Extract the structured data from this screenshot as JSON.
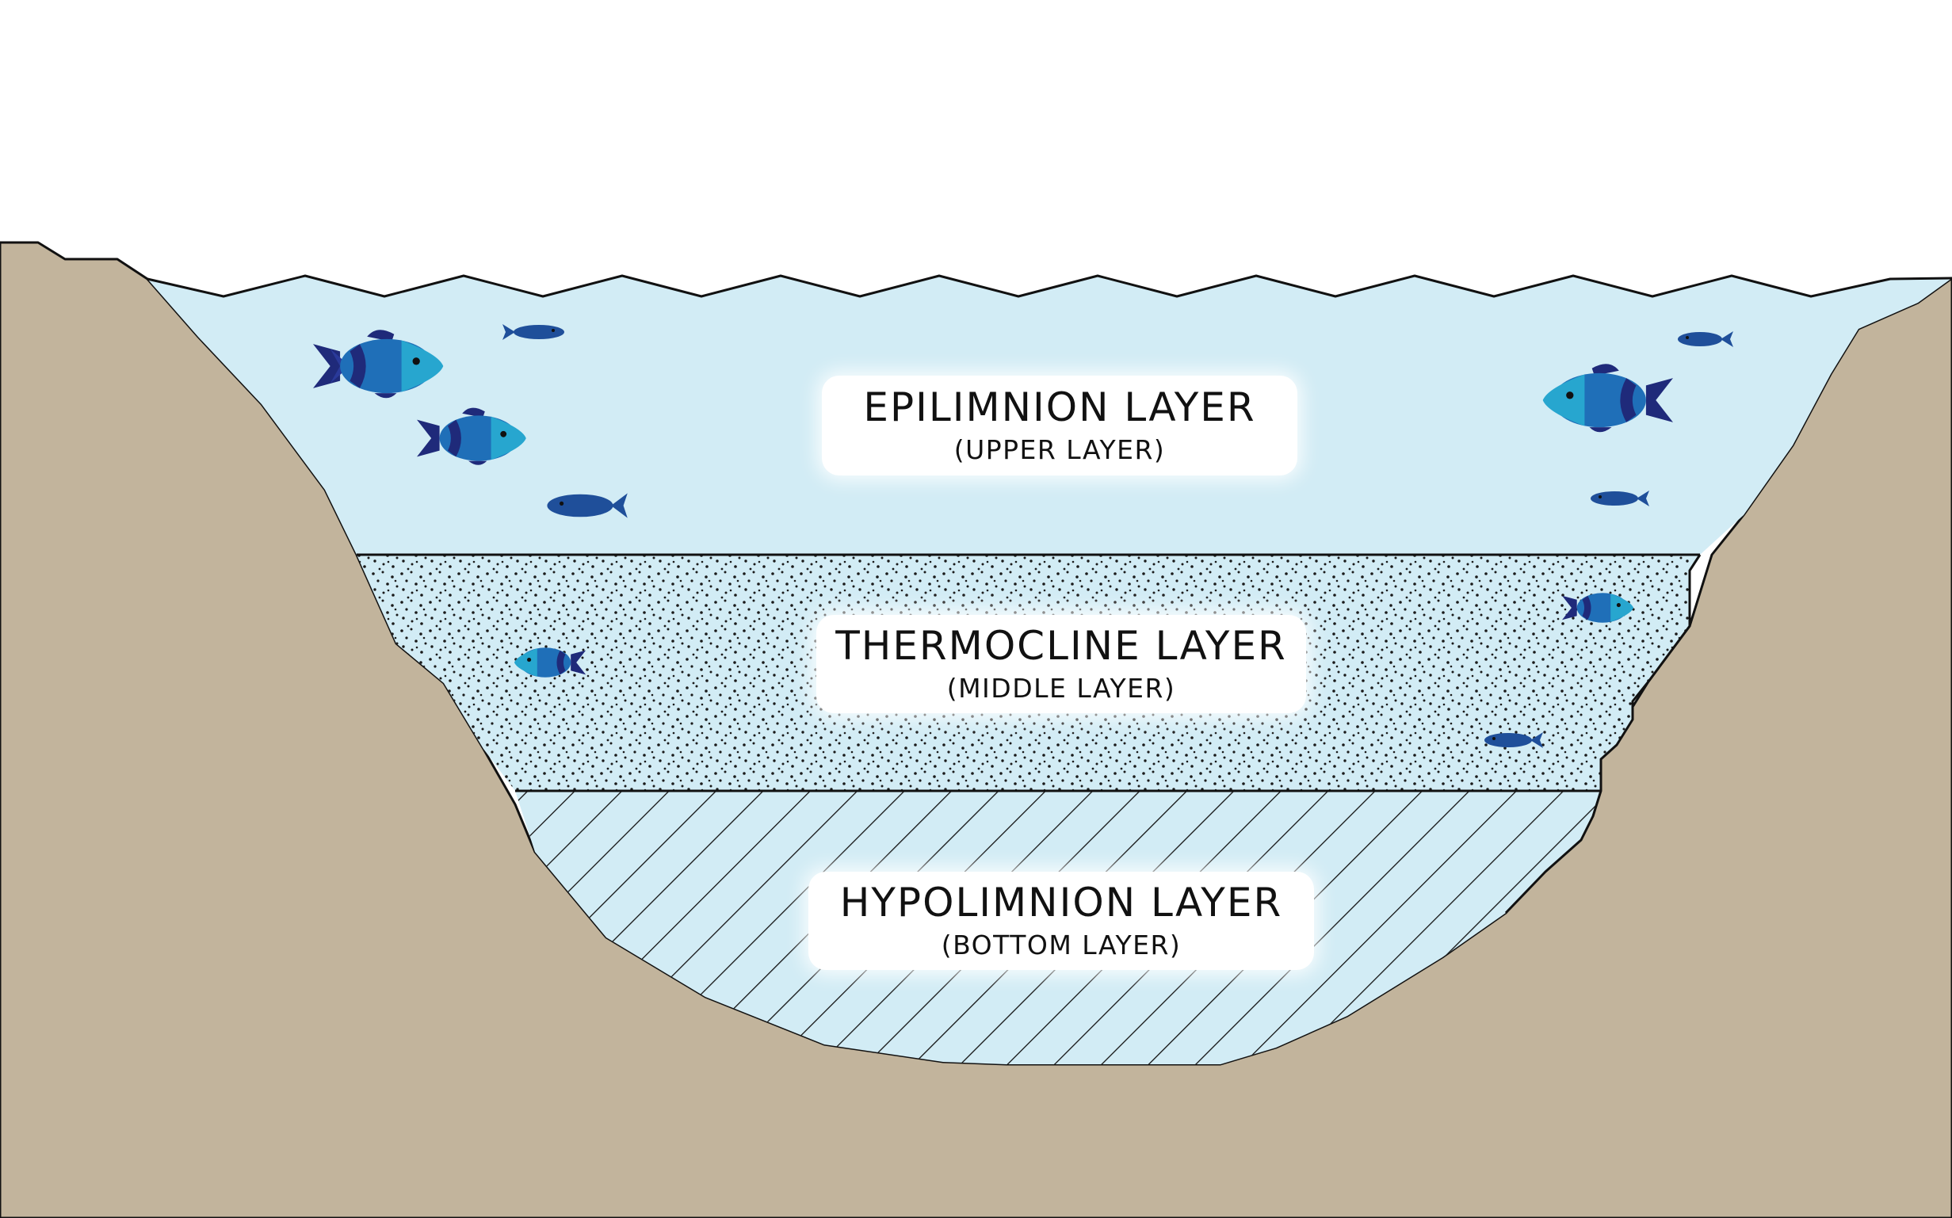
{
  "layers": [
    {
      "title": "EPILIMNION LAYER",
      "subtitle": "(UPPER LAYER)"
    },
    {
      "title": "THERMOCLINE LAYER",
      "subtitle": "(MIDDLE LAYER)"
    },
    {
      "title": "HYPOLIMNION LAYER",
      "subtitle": "(BOTTOM LAYER)"
    }
  ],
  "colors": {
    "ground": "#c2b49c",
    "water": "#d2ecf5",
    "outline": "#111111",
    "fish_dark": "#1f2a7a",
    "fish_mid": "#1f6fb8",
    "fish_light": "#27a6cf"
  }
}
